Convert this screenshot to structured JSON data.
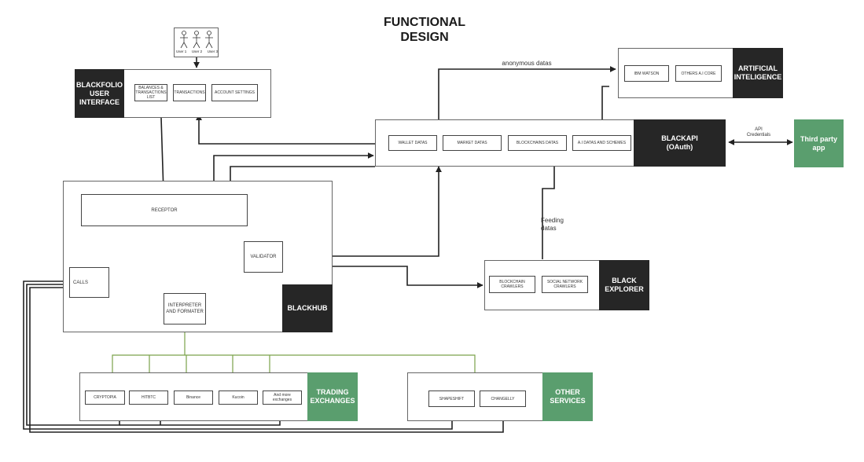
{
  "title": {
    "line1": "FUNCTIONAL",
    "line2": "DESIGN"
  },
  "users": [
    "User 1",
    "User 2",
    "User 3"
  ],
  "ui": {
    "name_l1": "BLACKFOLIO",
    "name_l2": "USER",
    "name_l3": "INTERFACE",
    "items": [
      "BALANCES & TRANSACTIONS LIST",
      "TRANSACTIONS",
      "ACCOUNT SETTINGS"
    ]
  },
  "ai": {
    "name_l1": "ARTIFICIAL",
    "name_l2": "INTELIGENCE",
    "items": [
      "IBM WATSON",
      "OTHERS A.I CORE"
    ]
  },
  "api": {
    "name_l1": "BLACKAPI",
    "name_l2": "(OAuth)",
    "items": [
      "WALLET DATAS",
      "MARKET DATAS",
      "BLOCKCHAINS DATAS",
      "A.I DATAS AND SCHEMES"
    ]
  },
  "third_party": {
    "l1": "Third party",
    "l2": "app"
  },
  "labels": {
    "anonymous": "anonymous datas",
    "api_cred_l1": "API",
    "api_cred_l2": "Credentials",
    "feeding_l1": "Feeding",
    "feeding_l2": "datas"
  },
  "hub": {
    "name": "BLACKHUB",
    "receptor": "RECEPTOR",
    "validator": "VALIDATOR",
    "calls": "CALLS",
    "interp_l1": "INTERPRETER",
    "interp_l2": "AND FORMATER"
  },
  "explorer": {
    "name_l1": "BLACK",
    "name_l2": "EXPLORER",
    "items": [
      "BLOCKCHAIN CRAWLERS",
      "SOCIAL NETWORK CRAWLERS"
    ]
  },
  "trading": {
    "name_l1": "TRADING",
    "name_l2": "EXCHANGES",
    "items": [
      "CRYPTOPIA",
      "HITBTC",
      "Binance",
      "Kucoin",
      "And more exchanges"
    ]
  },
  "other": {
    "name_l1": "OTHER",
    "name_l2": "SERVICES",
    "items": [
      "SHAPESHIFT",
      "CHANGELLY"
    ]
  },
  "colors": {
    "dark": "#262626",
    "green": "#5a9e6e",
    "olive_line": "#7aa24a",
    "line": "#222222"
  }
}
